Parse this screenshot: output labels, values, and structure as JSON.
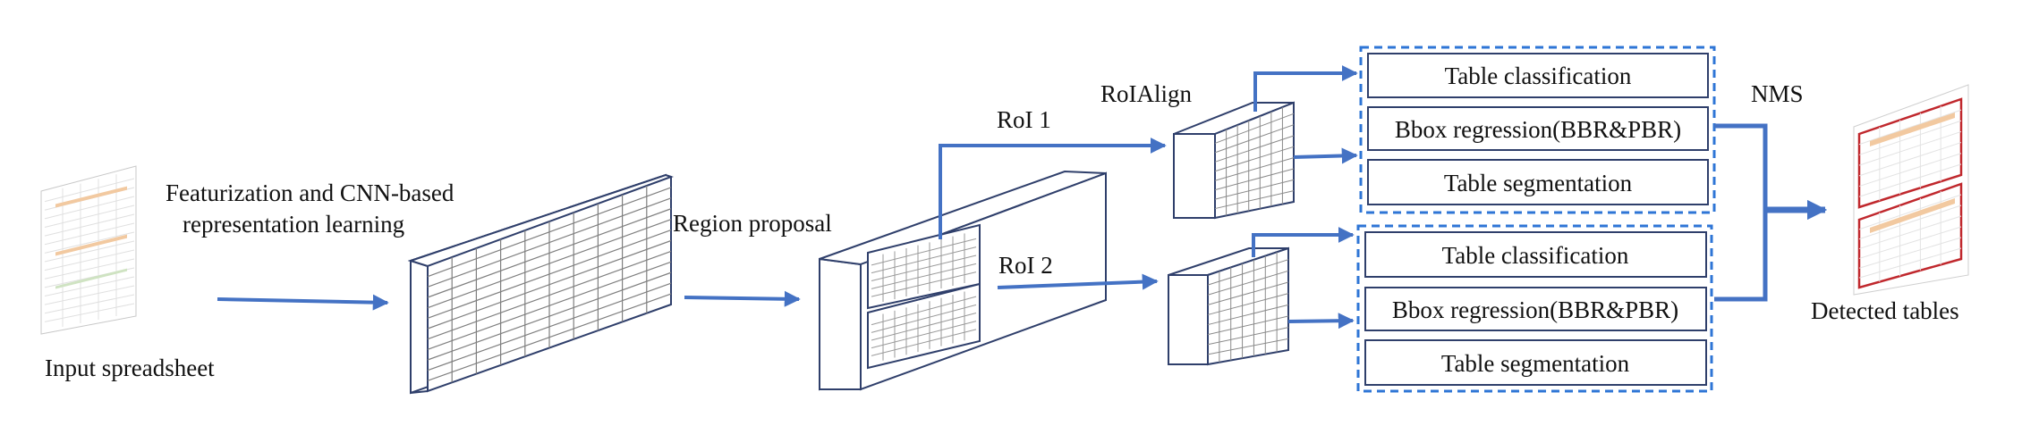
{
  "labels": {
    "input": "Input spreadsheet",
    "featurization_line1": "Featurization and CNN-based",
    "featurization_line2": "representation learning",
    "region_proposal": "Region proposal",
    "roi1": "RoI 1",
    "roi2": "RoI 2",
    "roialign": "RoIAlign",
    "nms": "NMS",
    "detected": "Detected tables"
  },
  "heads": [
    {
      "name": "roi1-heads",
      "boxes": [
        "Table classification",
        "Bbox regression(BBR&PBR)",
        "Table segmentation"
      ]
    },
    {
      "name": "roi2-heads",
      "boxes": [
        "Table classification",
        "Bbox regression(BBR&PBR)",
        "Table segmentation"
      ]
    }
  ],
  "colors": {
    "arrow": "#4472c4",
    "outline": "#2f3f6b",
    "grid": "#7f7f7f",
    "dashed_border": "#2e75d6",
    "box_border": "#2f3f6b",
    "detected_border": "#c0282d"
  },
  "icons": [
    "spreadsheet-thumbnail",
    "detected-table-thumbnail"
  ]
}
